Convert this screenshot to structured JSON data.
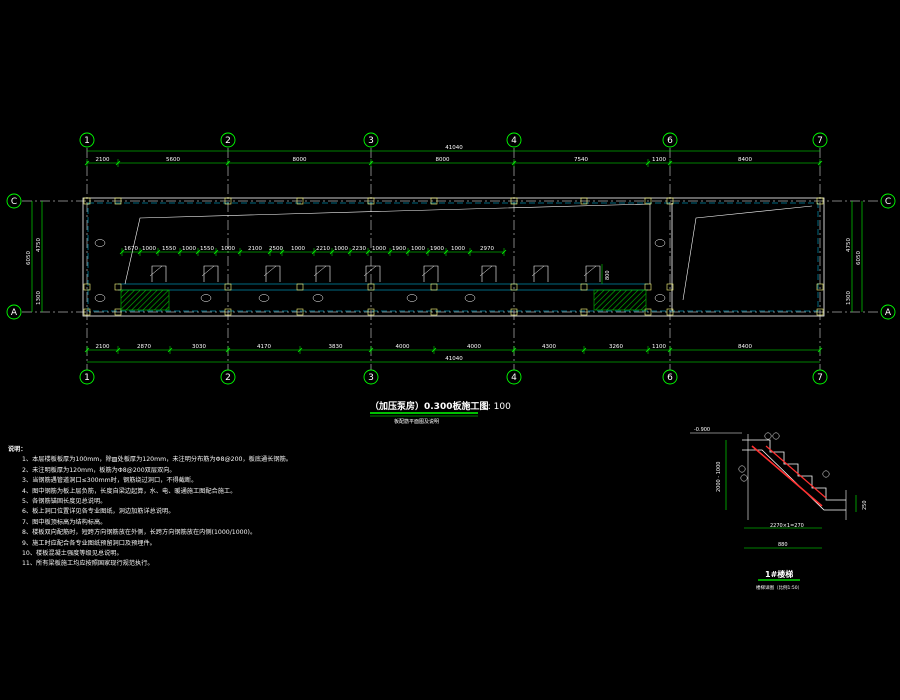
{
  "plan": {
    "grid_top": [
      "1",
      "2",
      "3",
      "4",
      "6",
      "7"
    ],
    "grid_bottom": [
      "1",
      "2",
      "3",
      "4",
      "6",
      "7"
    ],
    "grid_left": [
      "C",
      "A"
    ],
    "grid_right": [
      "C",
      "A"
    ],
    "dim_total_top": "41040",
    "dim_total_bottom": "41040",
    "dims_top": [
      "2100",
      "5600",
      "8000",
      "8000",
      "7540",
      "1100",
      "8400"
    ],
    "dims_bottom": [
      "2100",
      "2870",
      "3030",
      "4170",
      "3830",
      "4000",
      "4000",
      "4300",
      "3260",
      "1100",
      "8400"
    ],
    "dims_inner": [
      "1670",
      "1000",
      "1550",
      "1000",
      "1550",
      "1000",
      "2100",
      "2500",
      "1000",
      "2210",
      "1000",
      "2230",
      "1000",
      "1900",
      "1000",
      "1900",
      "1000",
      "2970"
    ],
    "dims_left": [
      "4750",
      "6050",
      "1300"
    ],
    "dims_right": [
      "4750",
      "6050",
      "1300"
    ],
    "small_dim": "800",
    "title": "（加压泵房）0.300板施工图",
    "scale": "1: 100",
    "subtitle": "板配筋平面图及说明"
  },
  "stair": {
    "top_label": "-0.900",
    "left_dim": "2000 - 1000",
    "right_dim": "250",
    "bottom_dim_1": "2270×1=270",
    "bottom_dim_2": "880",
    "title": "1#楼梯",
    "subtitle": "楼梯详图（比例1:50）"
  },
  "notes": {
    "heading": "说明：",
    "lines": [
      "1、本层楼板板厚为100mm，除▨处板厚为120mm，未注明分布筋为Φ8@200，板底通长钢筋。",
      "2、未注明板厚为120mm，板筋为Φ8@200双层双向。",
      "3、当钢筋遇管道洞口≤300mm时，钢筋绕过洞口，不得截断。",
      "4、图中钢筋为板上层负筋，长度自梁边起算，水、电、暖通施工图配合施工。",
      "5、各钢筋锚固长度见总说明。",
      "6、板上洞口位置详见各专业图纸，洞边加筋详总说明。",
      "7、图中板顶标高为结构标高。",
      "8、楼板双向配筋时，短跨方向钢筋放在外侧，长跨方向钢筋放在内侧(1000/1000)。",
      "9、施工时应配合各专业图纸预留洞口及预埋件。",
      "10、楼板混凝土强度等级见总说明。",
      "11、所有梁板施工均应按照国家现行规范执行。"
    ]
  }
}
